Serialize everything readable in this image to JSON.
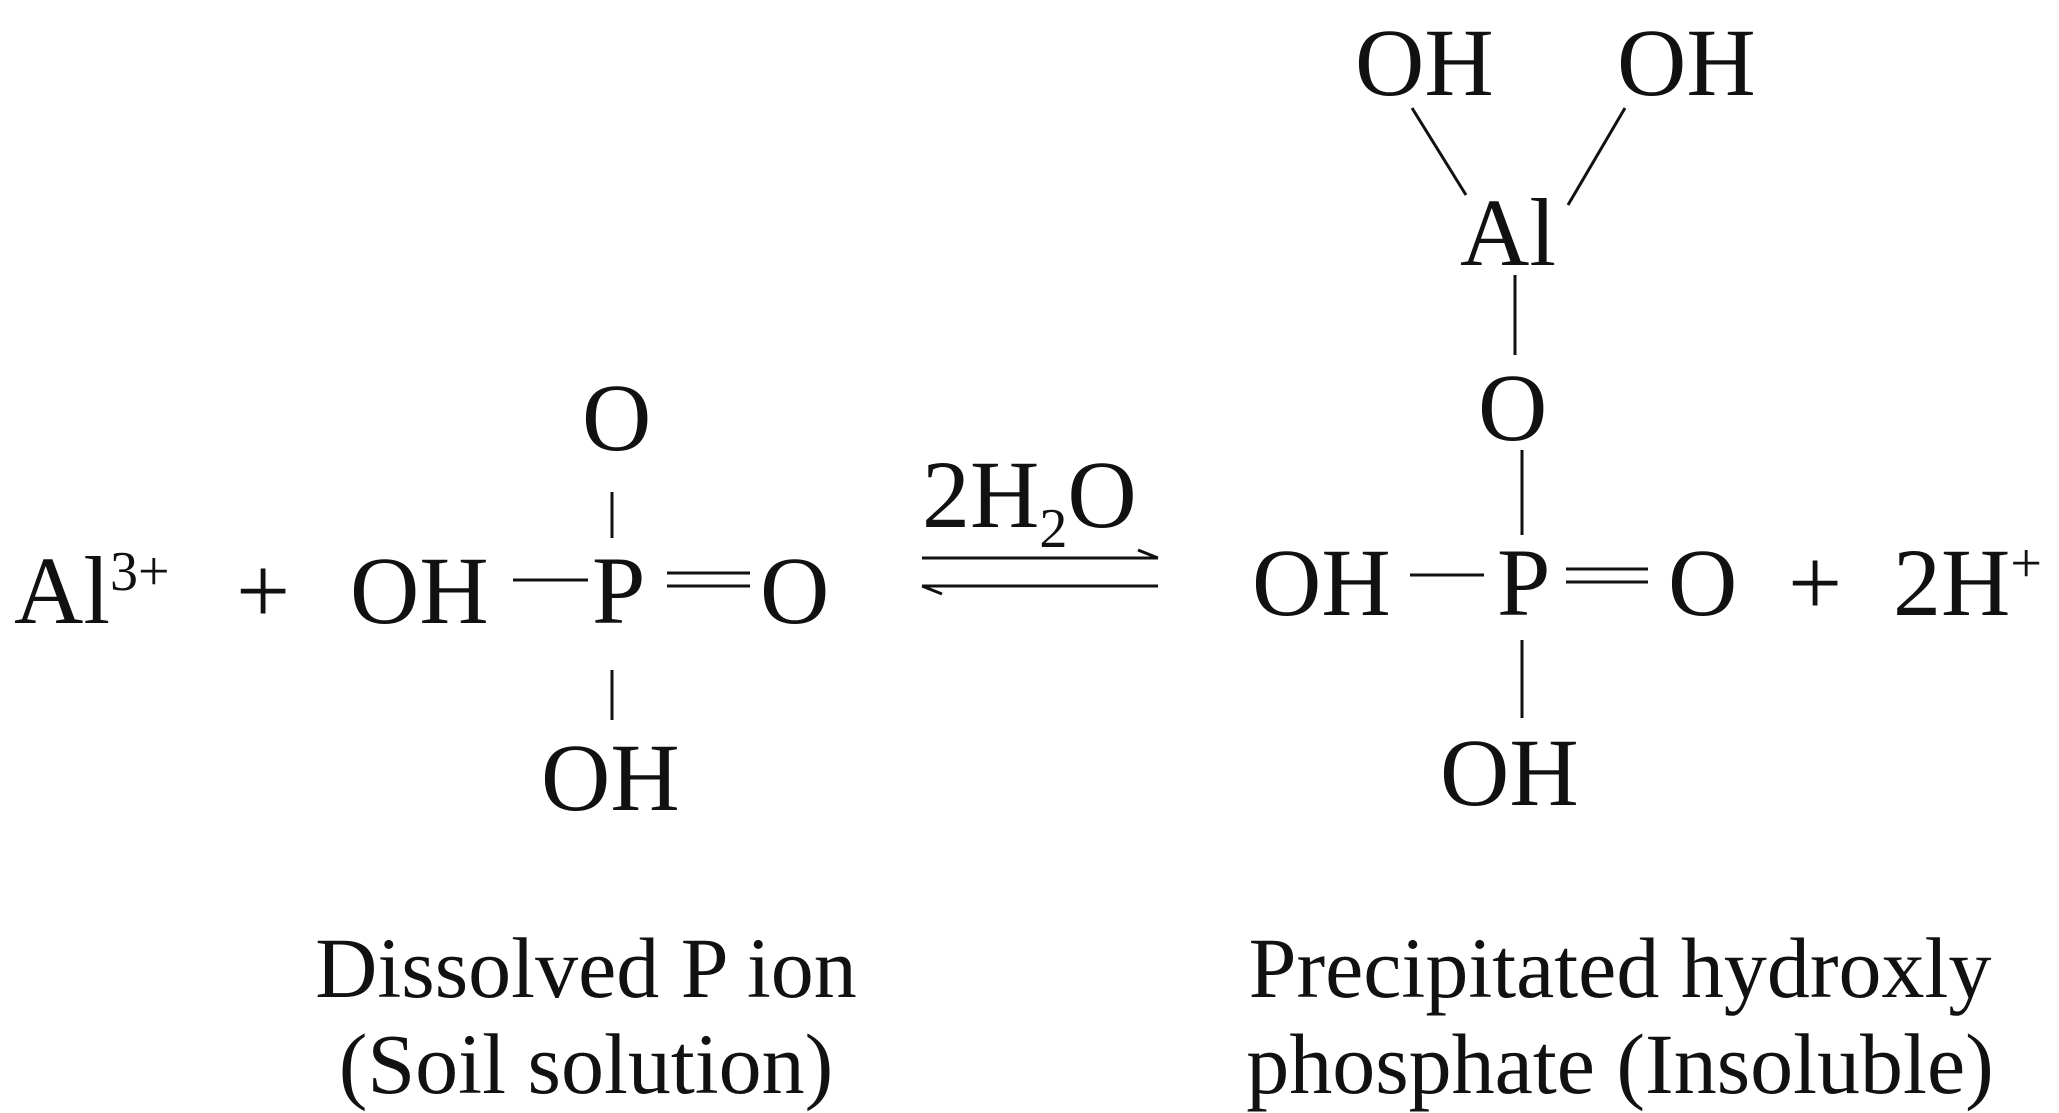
{
  "reactant": {
    "al_ion": {
      "symbol": "Al",
      "charge": "3+"
    },
    "plus": "+",
    "phosphate": {
      "oh_left": "OH",
      "p": "P",
      "o_right": "O",
      "o_top": "O",
      "oh_bottom": "OH"
    },
    "caption": {
      "line1": "Dissolved P ion",
      "line2": "(Soil solution)"
    }
  },
  "arrow": {
    "reagent_coef": "2H",
    "reagent_sub": "2",
    "reagent_end": "O"
  },
  "product": {
    "al_oh_left": "OH",
    "al_oh_right": "OH",
    "al": "Al",
    "o_bridge": "O",
    "oh_left": "OH",
    "p": "P",
    "o_right": "O",
    "oh_bottom": "OH",
    "plus": "+",
    "proton": {
      "text": "2H",
      "charge": "+"
    },
    "caption": {
      "line1": "Precipitated hydroxly",
      "line2": "phosphate (Insoluble)"
    }
  }
}
